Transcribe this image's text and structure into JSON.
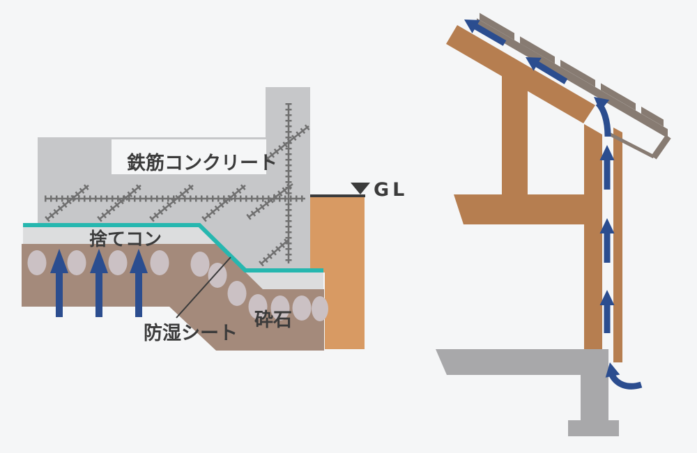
{
  "background_color": "#f5f6f7",
  "foundation_diagram": {
    "labels": {
      "reinforced_concrete": "鉄筋コンクリート",
      "lean_concrete": "捨てコン",
      "moisture_proof_sheet": "防湿シート",
      "crushed_stone": "砕石",
      "ground_level": "GL"
    },
    "colors": {
      "concrete": "#c6c7c9",
      "lean_concrete_layer": "#dcddde",
      "moisture_sheet_teal": "#26b7af",
      "crushed_stone_layer": "#a48a7b",
      "stone_ellipse": "#cbc1c4",
      "soil": "#d89a63",
      "rebar": "#707070",
      "text": "#3b3b3b"
    }
  },
  "ventilation_diagram": {
    "colors": {
      "wood_frame": "#b67e50",
      "roofing_gray": "#877b72",
      "foundation_gray": "#a8a8aa"
    }
  },
  "airflow": {
    "arrow_color": "#2b4d8f"
  }
}
